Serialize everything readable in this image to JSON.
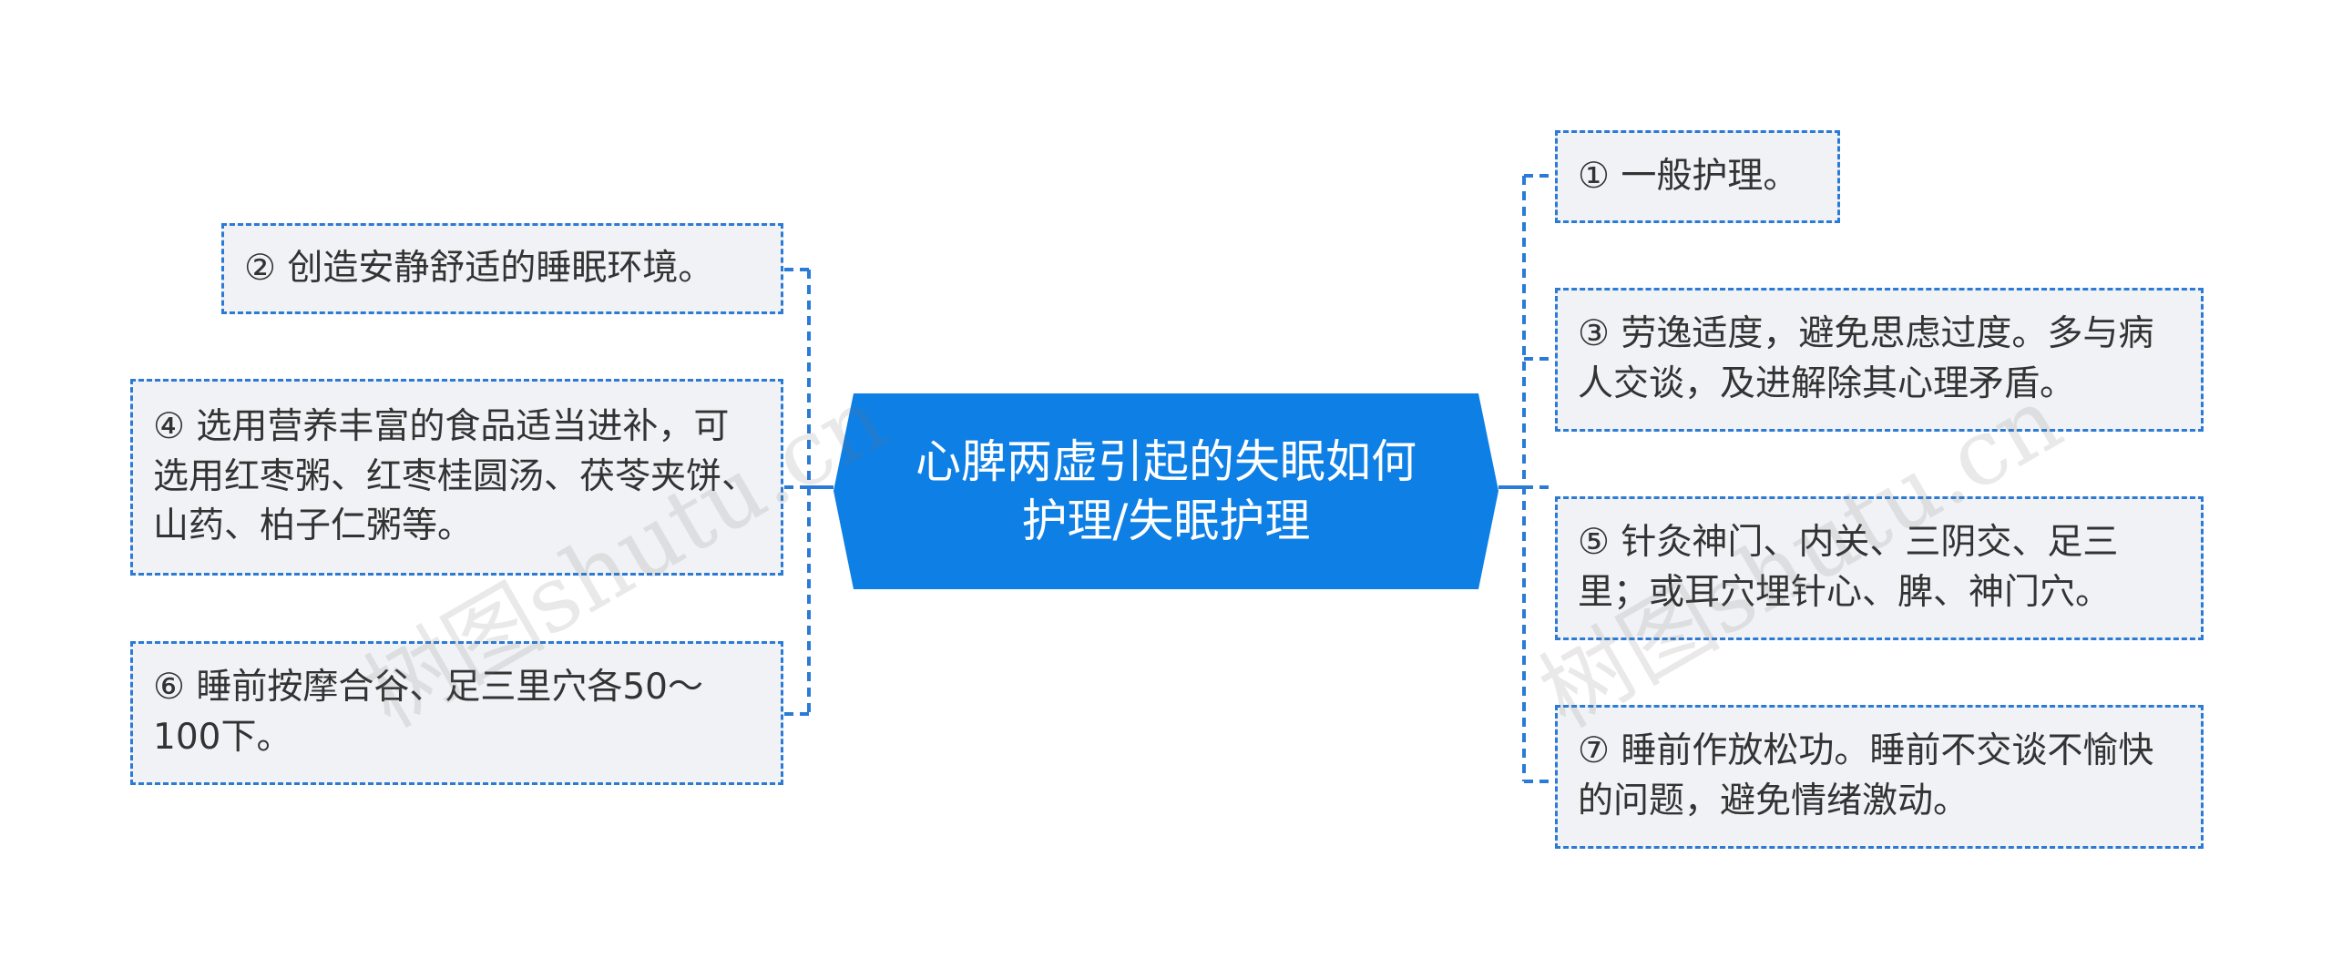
{
  "central": {
    "text": "心脾两虚引起的失眠如何护理/失眠护理"
  },
  "left_topics": [
    {
      "text": "② 创造安静舒适的睡眠环境。"
    },
    {
      "text": "④ 选用营养丰富的食品适当进补，可选用红枣粥、红枣桂圆汤、茯苓夹饼、山药、柏子仁粥等。"
    },
    {
      "text": "⑥ 睡前按摩合谷、足三里穴各50～100下。"
    }
  ],
  "right_topics": [
    {
      "text": "① 一般护理。"
    },
    {
      "text": "③ 劳逸适度，避免思虑过度。多与病人交谈，及进解除其心理矛盾。"
    },
    {
      "text": "⑤ 针灸神门、内关、三阴交、足三里；或耳穴埋针心、脾、神门穴。"
    },
    {
      "text": "⑦ 睡前作放松功。睡前不交谈不愉快的问题，避免情绪激动。"
    }
  ],
  "watermarks": [
    "树图shutu.cn",
    "树图shutu.cn"
  ],
  "colors": {
    "central_bg": "#0e7fe5",
    "border": "#2b7bd6",
    "topic_bg": "#f0f2f5",
    "text": "#333333"
  }
}
